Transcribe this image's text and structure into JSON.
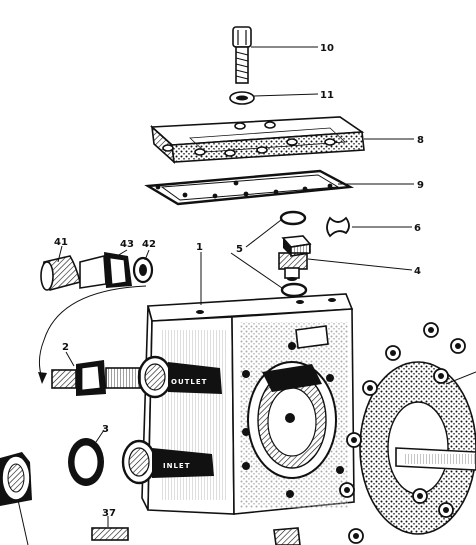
{
  "part_labels": {
    "p1": "1",
    "p2": "2",
    "p3": "3",
    "p4": "4",
    "p5": "5",
    "p6": "6",
    "p8": "8",
    "p9": "9",
    "p10": "10",
    "p11": "11",
    "p37": "37",
    "p41": "41",
    "p42": "42",
    "p43": "43"
  },
  "embossed": {
    "outlet": "OUTLET",
    "inlet": "INLET"
  },
  "colors": {
    "ink": "#111111",
    "paper": "#ffffff",
    "shade": "#6b6b6b"
  }
}
